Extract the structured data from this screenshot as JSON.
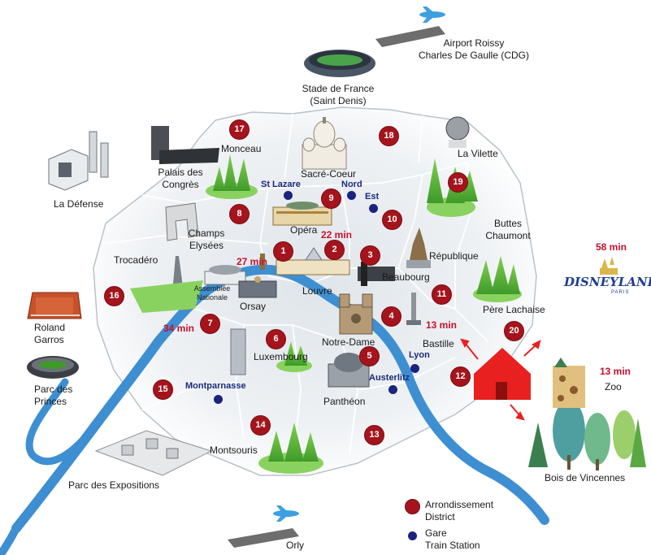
{
  "arrondissements": [
    {
      "num": "1"
    },
    {
      "num": "2"
    },
    {
      "num": "3"
    },
    {
      "num": "4"
    },
    {
      "num": "5"
    },
    {
      "num": "6"
    },
    {
      "num": "7"
    },
    {
      "num": "8"
    },
    {
      "num": "9"
    },
    {
      "num": "10"
    },
    {
      "num": "11"
    },
    {
      "num": "12"
    },
    {
      "num": "13"
    },
    {
      "num": "14"
    },
    {
      "num": "15"
    },
    {
      "num": "16"
    },
    {
      "num": "17"
    },
    {
      "num": "18"
    },
    {
      "num": "19"
    },
    {
      "num": "20"
    }
  ],
  "places": {
    "airport_cdg": "Airport Roissy\nCharles De Gaulle (CDG)",
    "stade": "Stade de France\n(Saint Denis)",
    "la_defense": "La Défense",
    "palais_congres": "Palais des\nCongrès",
    "monceau": "Monceau",
    "sacre_coeur": "Sacré-Coeur",
    "la_vilette": "La Vilette",
    "buttes_chaumont": "Buttes\nChaumont",
    "champs_elysees": "Champs\nElysées",
    "opera": "Opéra",
    "trocadero": "Trocadéro",
    "assemblee": "Assemblée\nNationale",
    "orsay": "Orsay",
    "louvre": "Louvre",
    "beaubourg": "Beaubourg",
    "republique": "République",
    "pere_lachaise": "Père Lachaise",
    "roland_garros": "Roland\nGarros",
    "parc_princes": "Parc des\nPrinces",
    "notre_dame": "Notre-Dame",
    "bastille": "Bastille",
    "luxembourg": "Luxembourg",
    "pantheon": "Panthéon",
    "montsouris": "Montsouris",
    "parc_expositions": "Parc des Expositions",
    "orly": "Orly",
    "zoo": "Zoo",
    "bois_vincennes": "Bois de Vincennes"
  },
  "stations": {
    "st_lazare": "St Lazare",
    "nord": "Nord",
    "est": "Est",
    "montparnasse": "Montparnasse",
    "lyon": "Lyon",
    "austerlitz": "Austerlitz"
  },
  "times": {
    "champs": "27 min",
    "opera": "22 min",
    "eiffel": "34 min",
    "bastille": "13 min",
    "disney": "58 min",
    "zoo": "13 min"
  },
  "disneyland": {
    "logo": "DISNEYLAND",
    "sub": "PARIS"
  },
  "legend": {
    "arrondissement": "Arrondissement\nDistrict",
    "gare": "Gare\nTrain Station"
  },
  "colors": {
    "arrondissement": "#a5141c",
    "station": "#1a237e",
    "river": "#3d8fd1",
    "time": "#c8102e",
    "home": "#e8201f"
  }
}
